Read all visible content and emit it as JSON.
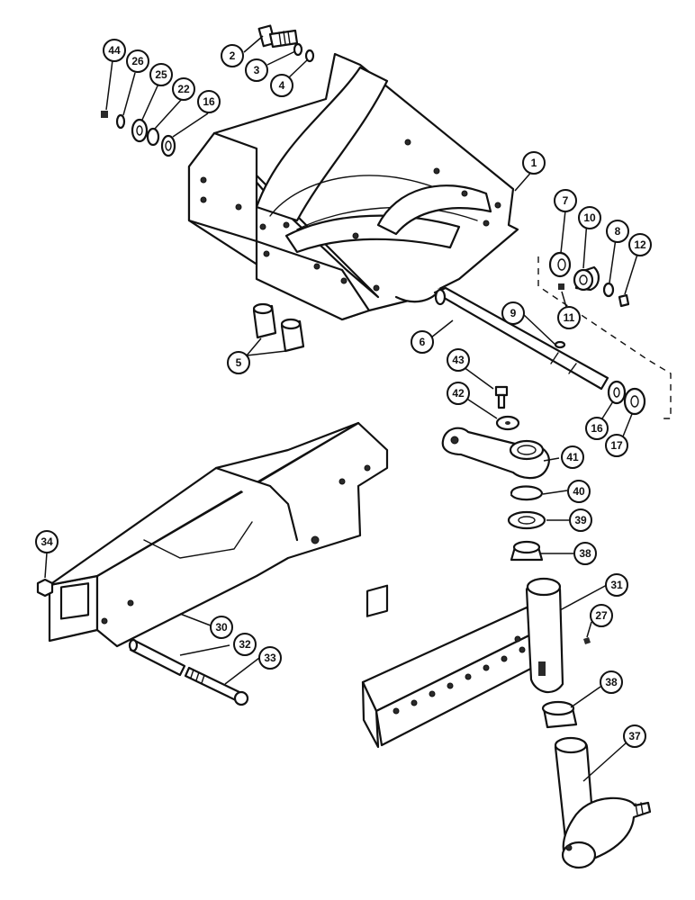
{
  "callouts": [
    {
      "id": "c1",
      "label": "1"
    },
    {
      "id": "c2",
      "label": "2"
    },
    {
      "id": "c3",
      "label": "3"
    },
    {
      "id": "c4",
      "label": "4"
    },
    {
      "id": "c5",
      "label": "5"
    },
    {
      "id": "c6",
      "label": "6"
    },
    {
      "id": "c7",
      "label": "7"
    },
    {
      "id": "c8",
      "label": "8"
    },
    {
      "id": "c9",
      "label": "9"
    },
    {
      "id": "c10",
      "label": "10"
    },
    {
      "id": "c11",
      "label": "11"
    },
    {
      "id": "c12",
      "label": "12"
    },
    {
      "id": "c16a",
      "label": "16"
    },
    {
      "id": "c16b",
      "label": "16"
    },
    {
      "id": "c17",
      "label": "17"
    },
    {
      "id": "c22",
      "label": "22"
    },
    {
      "id": "c25",
      "label": "25"
    },
    {
      "id": "c26",
      "label": "26"
    },
    {
      "id": "c27",
      "label": "27"
    },
    {
      "id": "c30",
      "label": "30"
    },
    {
      "id": "c31",
      "label": "31"
    },
    {
      "id": "c32",
      "label": "32"
    },
    {
      "id": "c33",
      "label": "33"
    },
    {
      "id": "c34",
      "label": "34"
    },
    {
      "id": "c37",
      "label": "37"
    },
    {
      "id": "c38a",
      "label": "38"
    },
    {
      "id": "c38b",
      "label": "38"
    },
    {
      "id": "c39",
      "label": "39"
    },
    {
      "id": "c40",
      "label": "40"
    },
    {
      "id": "c41",
      "label": "41"
    },
    {
      "id": "c42",
      "label": "42"
    },
    {
      "id": "c43",
      "label": "43"
    },
    {
      "id": "c44",
      "label": "44"
    }
  ],
  "colors": {
    "ink": "#111111",
    "paper": "#ffffff"
  }
}
